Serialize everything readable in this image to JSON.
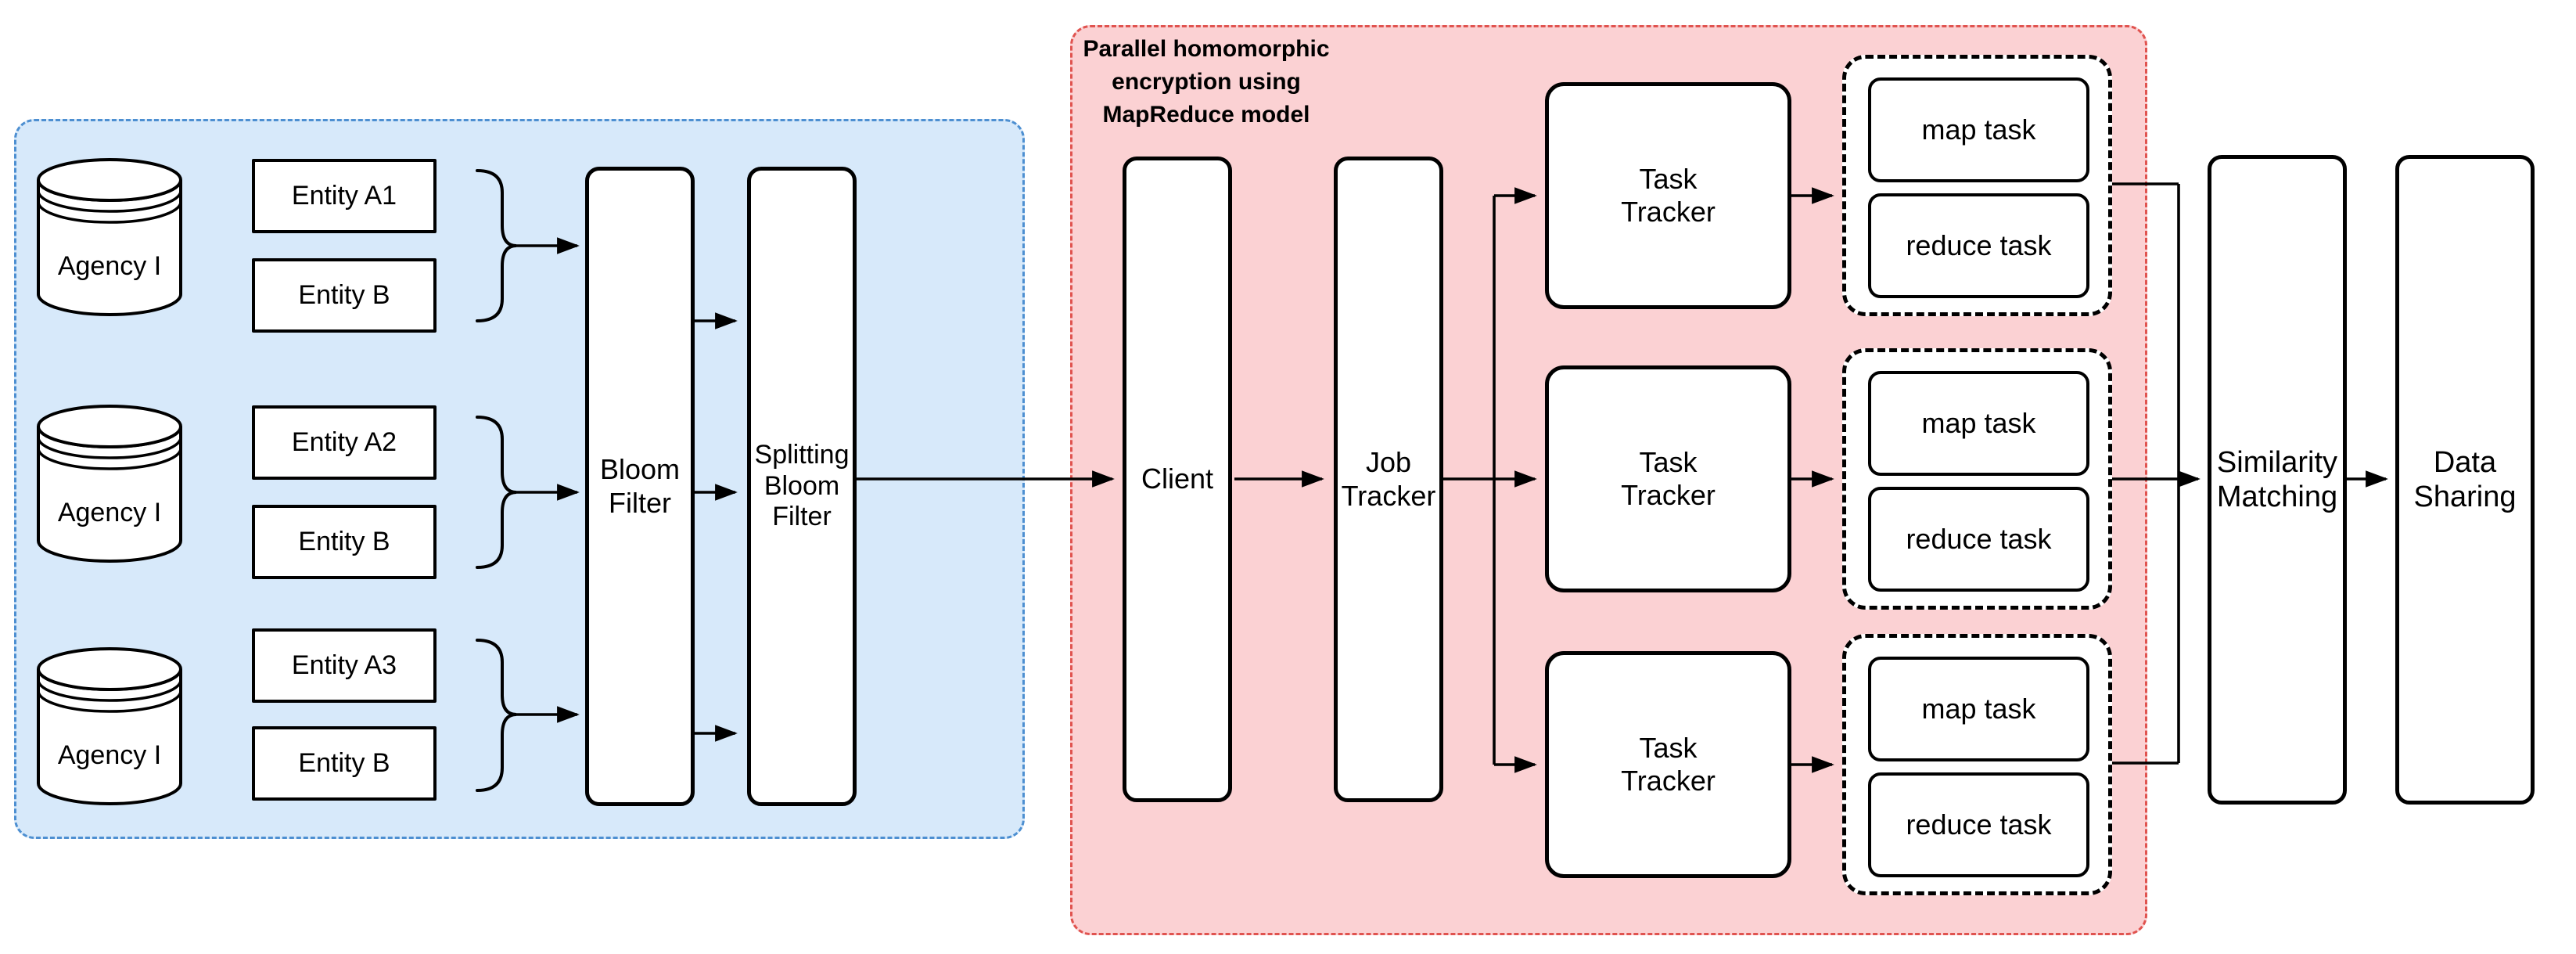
{
  "colors": {
    "background": "#FFFFFF",
    "local_section_fill": "#D7E9FA",
    "local_section_border": "#4D8FD1",
    "mapreduce_section_fill": "#FBD1D3",
    "mapreduce_section_border": "#E0534F",
    "node_fill": "#FFFFFF",
    "line_color": "#000000"
  },
  "local_pipeline": {
    "agencies": [
      {
        "label": "Agency I"
      },
      {
        "label": "Agency I"
      },
      {
        "label": "Agency I"
      }
    ],
    "entity_pairs": [
      {
        "top": "Entity A1",
        "bottom": "Entity B"
      },
      {
        "top": "Entity A2",
        "bottom": "Entity B"
      },
      {
        "top": "Entity A3",
        "bottom": "Entity B"
      }
    ],
    "bloom_filter": "Bloom\nFilter",
    "splitting_bloom_filter": "Splitting\nBloom\nFilter"
  },
  "mapreduce_section": {
    "title": "Parallel homomorphic\nencryption using\nMapReduce model",
    "client": "Client",
    "job_tracker": "Job\nTracker",
    "workers": [
      {
        "tracker": "Task\nTracker",
        "map": "map task",
        "reduce": "reduce task"
      },
      {
        "tracker": "Task\nTracker",
        "map": "map task",
        "reduce": "reduce task"
      },
      {
        "tracker": "Task\nTracker",
        "map": "map task",
        "reduce": "reduce task"
      }
    ]
  },
  "output": {
    "similarity_matching": "Similarity\nMatching",
    "data_sharing": "Data\nSharing"
  }
}
